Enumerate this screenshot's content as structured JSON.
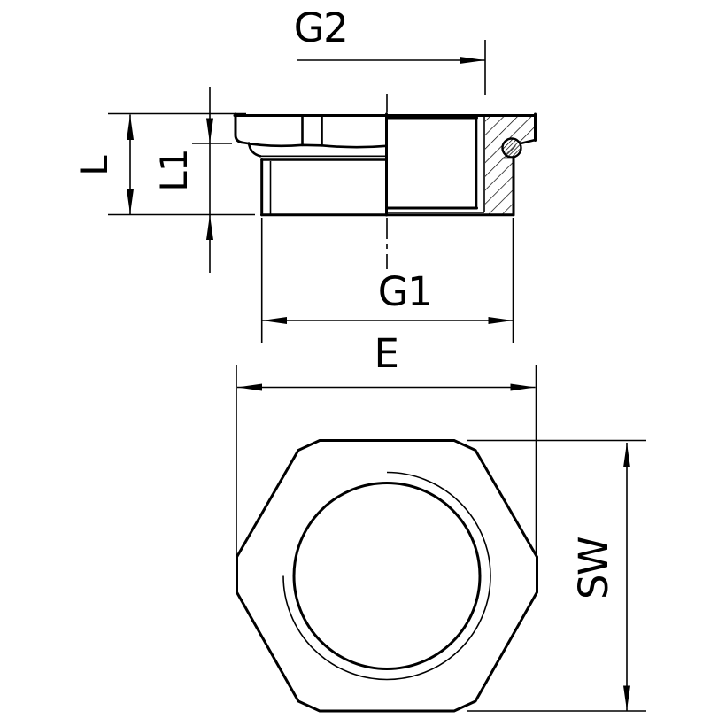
{
  "drawing": {
    "background_color": "#ffffff",
    "line_color": "#000000",
    "dimensions": {
      "g2": {
        "label": "G2",
        "orientation": "horizontal"
      },
      "l": {
        "label": "L",
        "orientation": "vertical"
      },
      "l1": {
        "label": "L1",
        "orientation": "vertical"
      },
      "g1": {
        "label": "G1",
        "orientation": "horizontal"
      },
      "e": {
        "label": "E",
        "orientation": "horizontal"
      },
      "sw": {
        "label": "SW",
        "orientation": "vertical"
      }
    }
  }
}
